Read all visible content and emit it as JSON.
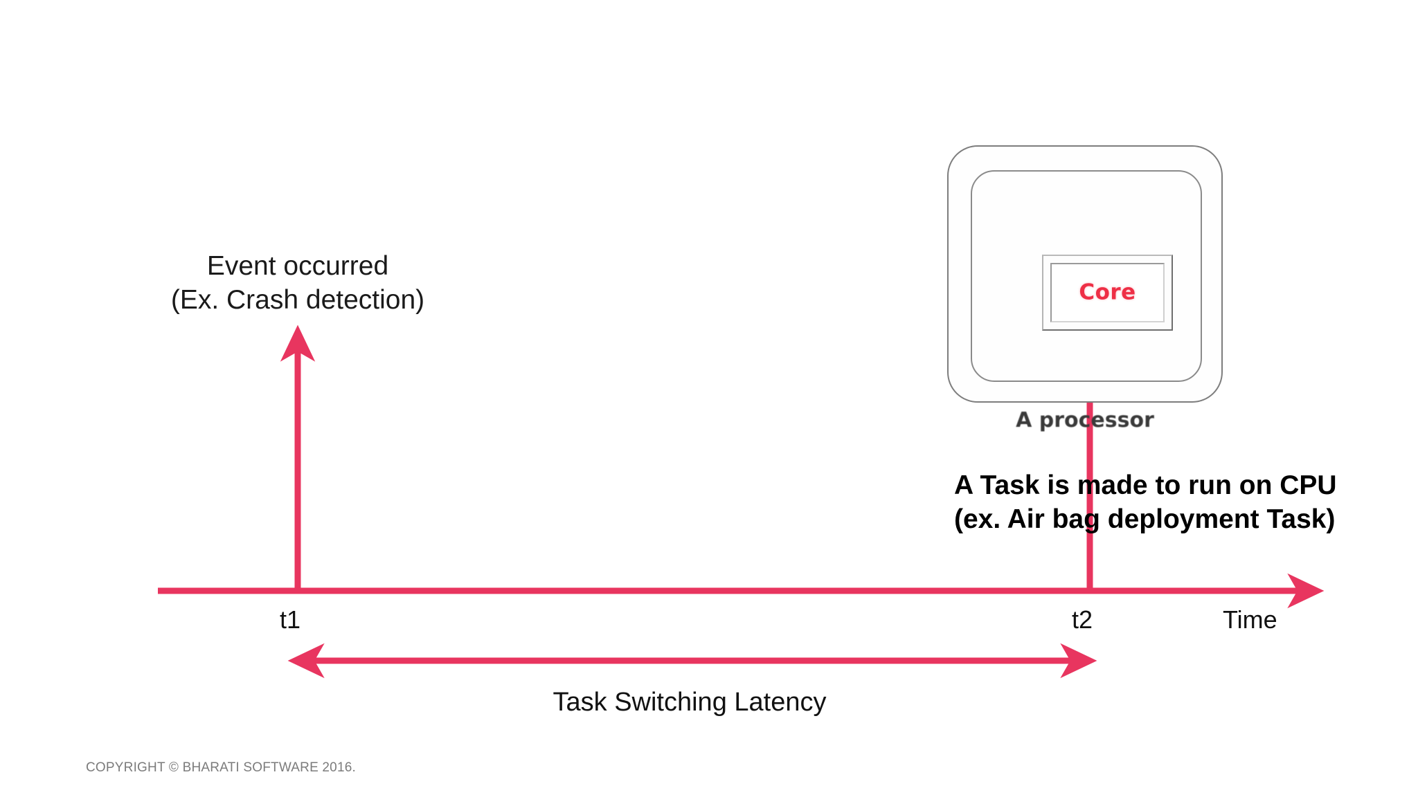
{
  "slide": {
    "title": "Task Switching Latency timeline",
    "background": "#ffffff",
    "accent_color": "#e8355f",
    "core_text_color": "#ee2f46"
  },
  "event_caption": {
    "line1": "Event occurred",
    "line2": "(Ex. Crash detection)"
  },
  "task_caption": {
    "line1": "A Task is made to run on CPU",
    "line2": "(ex. Air bag deployment Task)"
  },
  "processor": {
    "core_label": "Core",
    "caption": "A processor"
  },
  "timeline": {
    "t1_label": "t1",
    "t2_label": "t2",
    "axis_label": "Time"
  },
  "latency": {
    "label": "Task Switching Latency"
  },
  "footer": {
    "copyright": "COPYRIGHT © BHARATI SOFTWARE 2016."
  }
}
